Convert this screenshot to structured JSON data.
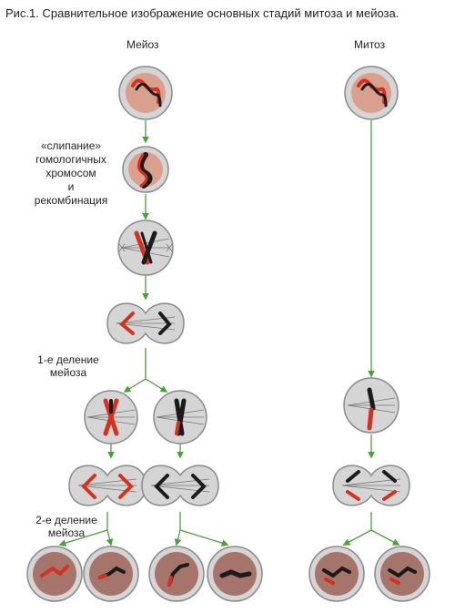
{
  "figure": {
    "title": "Рис.1. Сравнительное изображение основных стадий митоза и мейоза.",
    "columns": {
      "meiosis": "Мейоз",
      "mitosis": "Митоз"
    },
    "labels": {
      "synapsis": [
        "«слипание»",
        "гомологичных",
        "хромосом",
        "и",
        "рекомбинация"
      ],
      "first_division": [
        "1-е деление",
        "мейоза"
      ],
      "second_division": [
        "2-е деление",
        "мейоза"
      ]
    },
    "colors": {
      "arrow": "#4aa03a",
      "cell_fill": "#d5d5d5",
      "cell_stroke": "#8a8a8a",
      "nucleus_fill": "#d9a08e",
      "daughter_fill": "#a5746a",
      "chrom_red": "#d4311f",
      "chrom_black": "#1b1b1b"
    }
  }
}
